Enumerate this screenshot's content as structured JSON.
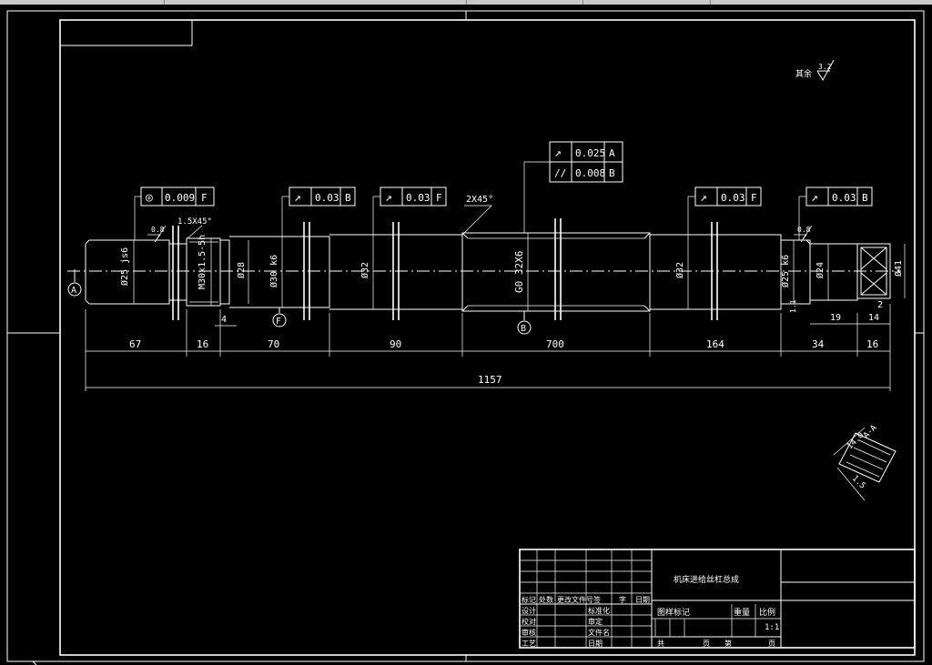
{
  "roughness": {
    "label": "其余",
    "value": "3.2"
  },
  "shaft_diameters": [
    {
      "text": "Ø25 js6"
    },
    {
      "text": "M30x1.5-5h"
    },
    {
      "text": "Ø28"
    },
    {
      "text": "Ø30 k6"
    },
    {
      "text": "Ø32"
    },
    {
      "text": "G0 32X6"
    },
    {
      "text": "Ø32"
    },
    {
      "text": "Ø25 k6"
    },
    {
      "text": "Ø24"
    },
    {
      "text": "Ø41"
    }
  ],
  "chamfers": [
    "1.5X45°",
    "2X45°"
  ],
  "small_roughness": [
    "0.8",
    "0.8"
  ],
  "datums": [
    "A",
    "F",
    "B"
  ],
  "fcf": [
    {
      "sym": "◎",
      "value": "0.009",
      "datum": "F"
    },
    {
      "sym": "↗",
      "value": "0.03",
      "datum": "B"
    },
    {
      "sym": "↗",
      "value": "0.03",
      "datum": "F"
    },
    {
      "sym": "↗",
      "value": "0.025",
      "datum": "A",
      "sym2": "//",
      "value2": "0.008",
      "datum2": "B"
    },
    {
      "sym": "↗",
      "value": "0.03",
      "datum": "F"
    },
    {
      "sym": "↗",
      "value": "0.03",
      "datum": "B"
    }
  ],
  "dims_row1": [
    "67",
    "16",
    "70",
    "90",
    "700",
    "164",
    "34",
    "16"
  ],
  "dims_small": [
    "4",
    "19",
    "14",
    "2",
    "1.1"
  ],
  "overall_length": "1157",
  "section_labels": [
    "14.0",
    "A-A",
    "1.5"
  ],
  "title_block": {
    "drawing_title": "机床进给丝杠总成",
    "rows": [
      [
        "标记",
        "处数",
        "更改文件号",
        "签",
        "字",
        "日期"
      ],
      [
        "设计",
        "",
        "标准化",
        ""
      ],
      [
        "校对",
        "",
        "审定",
        ""
      ],
      [
        "审核",
        "",
        "文件名",
        ""
      ],
      [
        "工艺",
        "",
        "日期",
        ""
      ]
    ],
    "stage_label": "图样标记",
    "weight_label": "重量",
    "scale_label": "比例",
    "scale_value": "1:1",
    "sheet_total": "共",
    "sheet_unit": "页",
    "sheet_no": "第",
    "sheet_unit2": "页"
  }
}
